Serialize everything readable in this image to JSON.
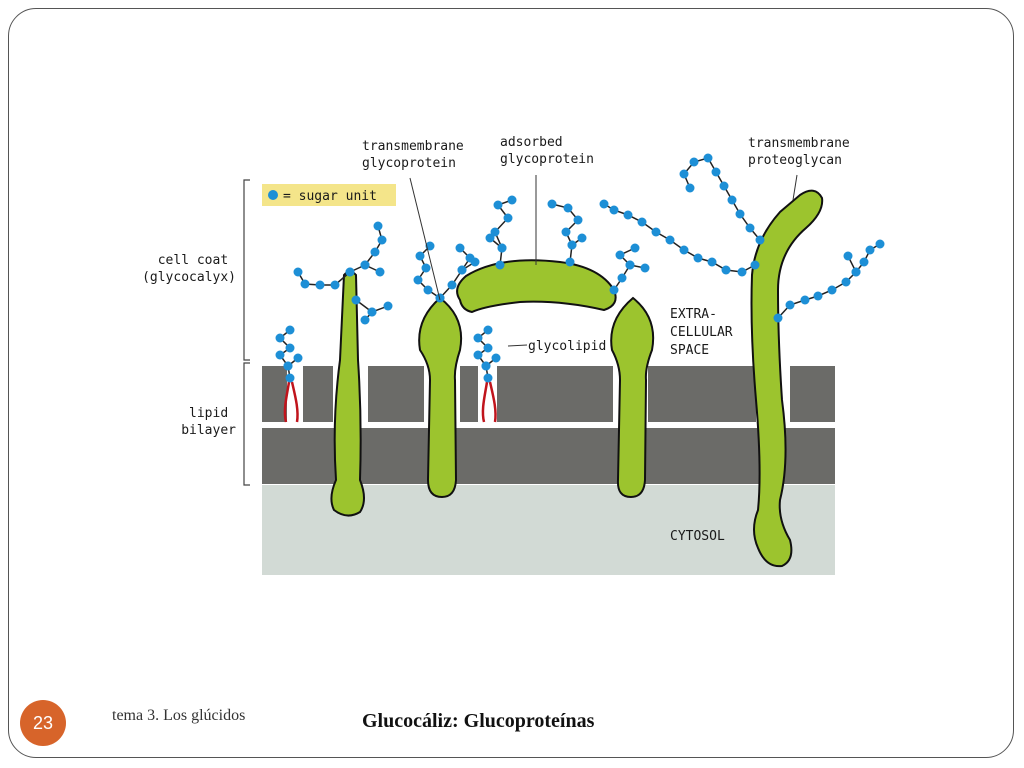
{
  "diagram": {
    "legend": {
      "text": "= sugar unit"
    },
    "labels": {
      "transmembrane_glycoprotein": [
        "transmembrane",
        "glycoprotein"
      ],
      "adsorbed_glycoprotein": [
        "adsorbed",
        "glycoprotein"
      ],
      "transmembrane_proteoglycan": [
        "transmembrane",
        "proteoglycan"
      ],
      "cell_coat": [
        "cell coat",
        "(glycocalyx)"
      ],
      "lipid_bilayer": [
        "lipid",
        "bilayer"
      ],
      "glycolipid": "glycolipid",
      "extracellular_space": [
        "EXTRA-",
        "CELLULAR",
        "SPACE"
      ],
      "cytosol": "CYTOSOL"
    },
    "colors": {
      "protein": "#9cc42e",
      "sugar": "#1d8fd6",
      "bilayer": "#6b6b68",
      "cytosol": "#d2dad5",
      "lipid_tail": "#c0141c",
      "legend_bg": "#f4e58a"
    }
  },
  "footer": {
    "slide_number": "23",
    "course": "tema 3. Los glúcidos",
    "title": "Glucocáliz: Glucoproteínas"
  }
}
